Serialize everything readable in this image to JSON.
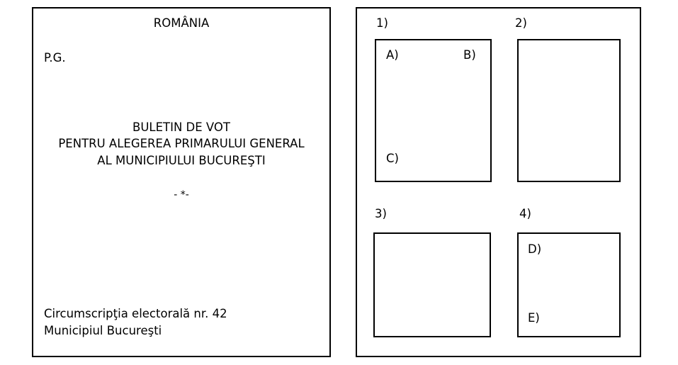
{
  "ballot": {
    "country": "ROMÂNIA",
    "code": "P.G.",
    "title_lines": [
      "BULETIN DE VOT",
      "PENTRU ALEGEREA PRIMARULUI GENERAL",
      "AL MUNICIPIULUI BUCUREŞTI"
    ],
    "separator": "- *-",
    "constituency": "Circumscripţia electorală nr. 42",
    "municipality": "Municipiul Bucureşti"
  },
  "layout_panel": {
    "sections": [
      {
        "label": "1)",
        "marks": [
          "A)",
          "B)",
          "C)"
        ]
      },
      {
        "label": "2)",
        "marks": []
      },
      {
        "label": "3)",
        "marks": []
      },
      {
        "label": "4)",
        "marks": [
          "D)",
          "E)"
        ]
      }
    ]
  }
}
